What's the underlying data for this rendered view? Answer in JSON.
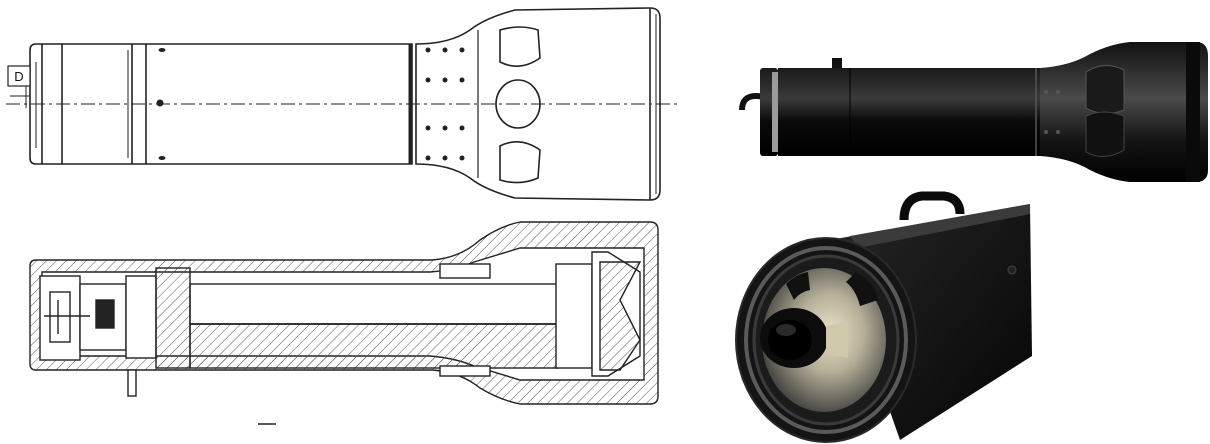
{
  "figure": {
    "views": [
      {
        "name": "side-elevation-view",
        "kind": "line-drawing"
      },
      {
        "name": "cross-section-view",
        "kind": "hatched-section"
      },
      {
        "name": "render-side-view",
        "kind": "rendering"
      },
      {
        "name": "render-front-perspective-view",
        "kind": "rendering"
      }
    ],
    "callout": {
      "label": "D"
    }
  },
  "colors": {
    "line": "#222222",
    "hatch": "#555555",
    "body_dark": "#0d0d0d",
    "body_mid": "#2b2b2b",
    "highlight": "#6d6d6d",
    "lens": "#8e8a78",
    "reflector": "#d8d1b0"
  }
}
